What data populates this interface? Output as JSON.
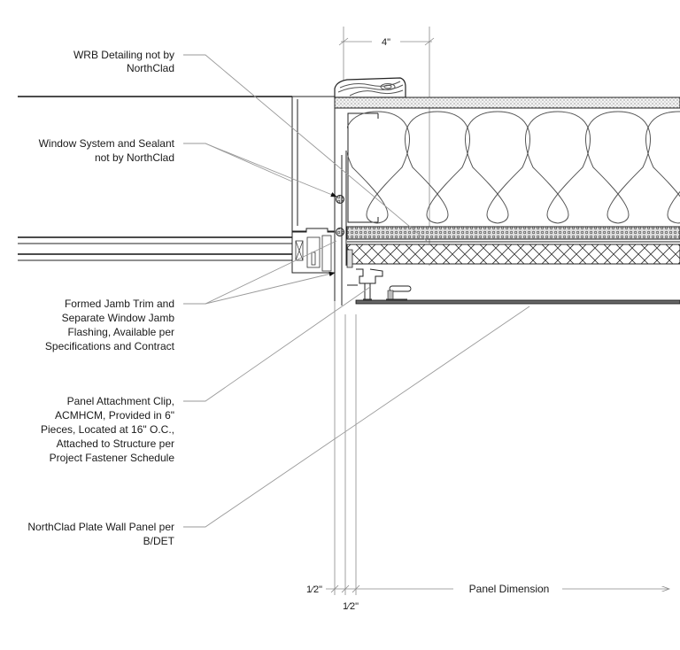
{
  "callouts": [
    {
      "id": "wrb",
      "lines": [
        "WRB Detailing not by",
        "NorthClad"
      ]
    },
    {
      "id": "window-system",
      "lines": [
        "Window System and Sealant",
        "not by NorthClad"
      ]
    },
    {
      "id": "jamb-trim",
      "lines": [
        "Formed Jamb Trim and",
        "Separate Window Jamb",
        "Flashing, Available per",
        "Specifications and Contract"
      ]
    },
    {
      "id": "attachment-clip",
      "lines": [
        "Panel Attachment Clip,",
        "ACMHCM, Provided in 6\"",
        "Pieces, Located at 16\" O.C.,",
        "Attached to Structure per",
        "Project Fastener Schedule"
      ]
    },
    {
      "id": "wall-panel",
      "lines": [
        "NorthClad Plate Wall Panel per",
        "B/DET"
      ]
    }
  ],
  "dimensions": {
    "top": "4\"",
    "half_inch_left": "1⁄2\"",
    "half_inch_bottom": "1⁄2\"",
    "panel": "Panel Dimension"
  },
  "colors": {
    "line": "#222222",
    "leader": "#9a9a9a",
    "background": "#ffffff"
  }
}
